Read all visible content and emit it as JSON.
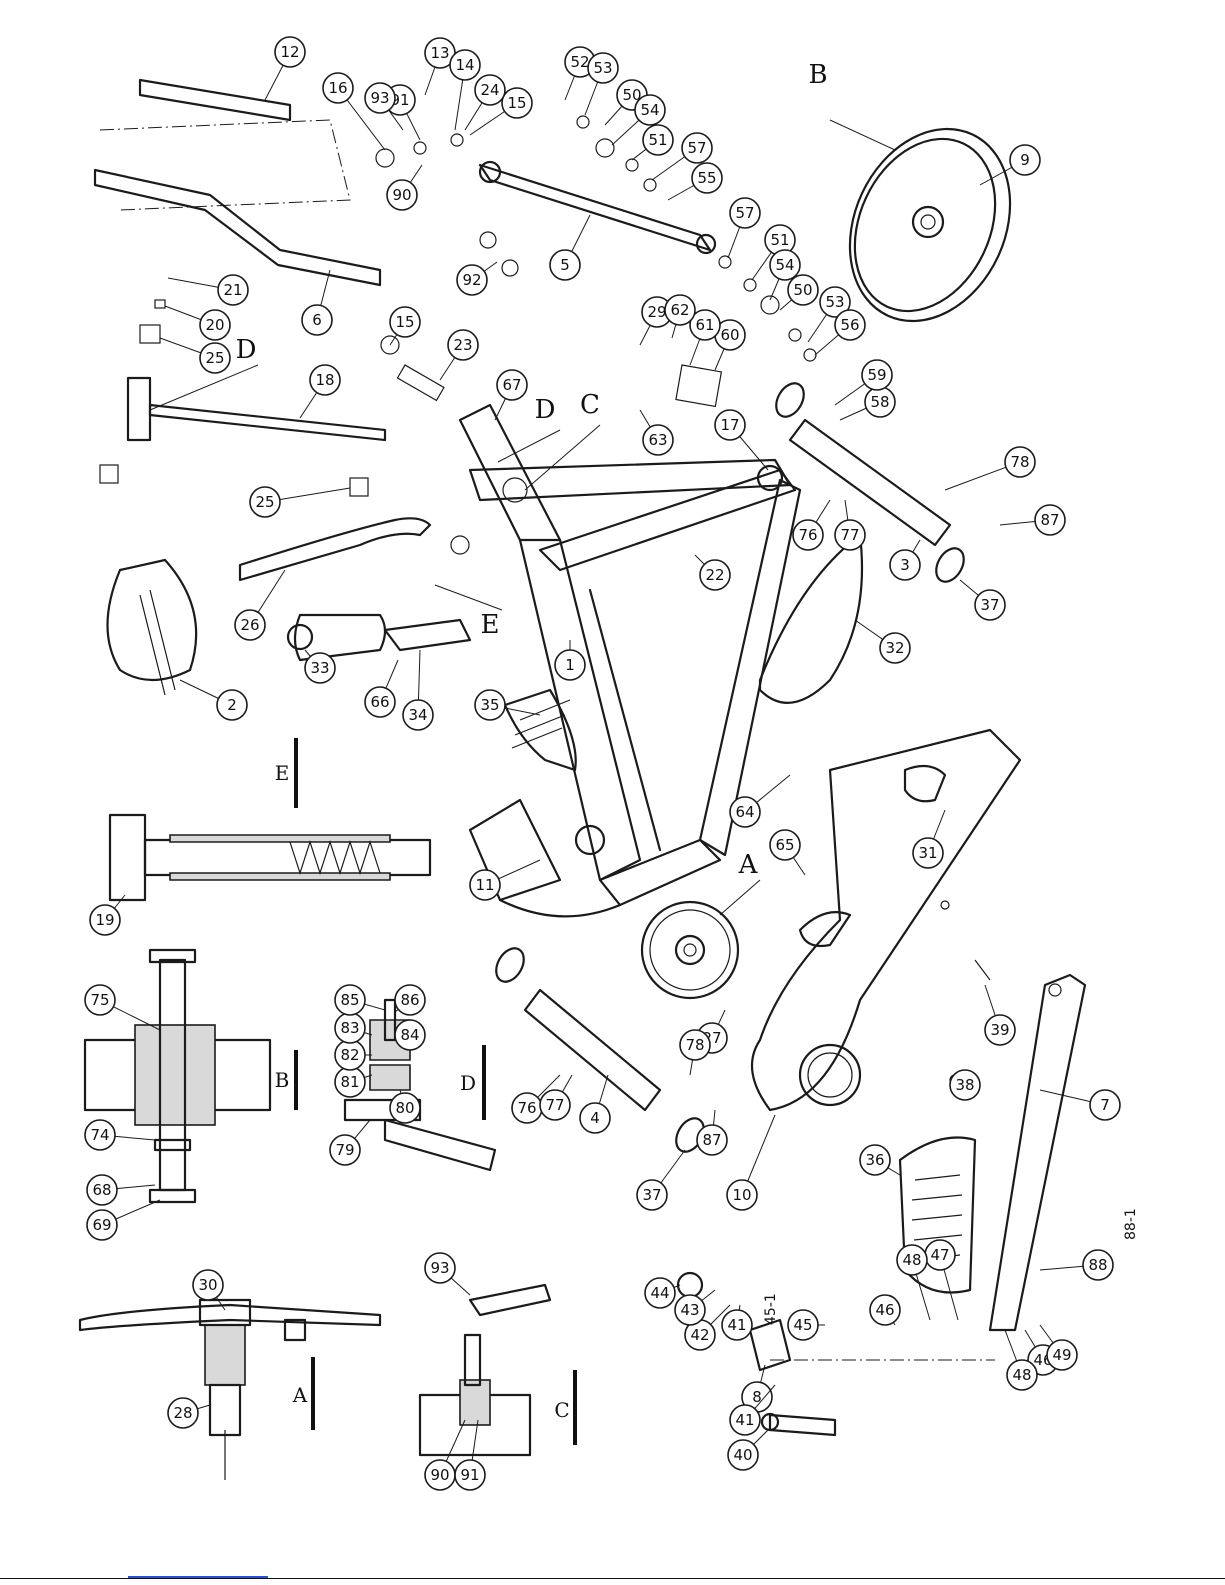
{
  "figure": {
    "section_letters": [
      "A",
      "B",
      "C",
      "D",
      "E"
    ],
    "part_numbers": [
      "1",
      "2",
      "3",
      "4",
      "5",
      "6",
      "7",
      "8",
      "9",
      "10",
      "11",
      "12",
      "13",
      "14",
      "15",
      "16",
      "17",
      "18",
      "19",
      "20",
      "21",
      "22",
      "23",
      "24",
      "25",
      "26",
      "27",
      "28",
      "29",
      "30",
      "31",
      "32",
      "33",
      "34",
      "35",
      "36",
      "37",
      "38",
      "39",
      "40",
      "41",
      "42",
      "43",
      "44",
      "45",
      "45-1",
      "46",
      "47",
      "48",
      "49",
      "50",
      "51",
      "52",
      "53",
      "54",
      "55",
      "56",
      "57",
      "58",
      "59",
      "60",
      "61",
      "62",
      "63",
      "64",
      "65",
      "66",
      "67",
      "68",
      "69",
      "74",
      "75",
      "76",
      "77",
      "78",
      "79",
      "80",
      "81",
      "82",
      "83",
      "84",
      "85",
      "86",
      "87",
      "88",
      "88-1",
      "90",
      "91",
      "92",
      "93"
    ]
  }
}
